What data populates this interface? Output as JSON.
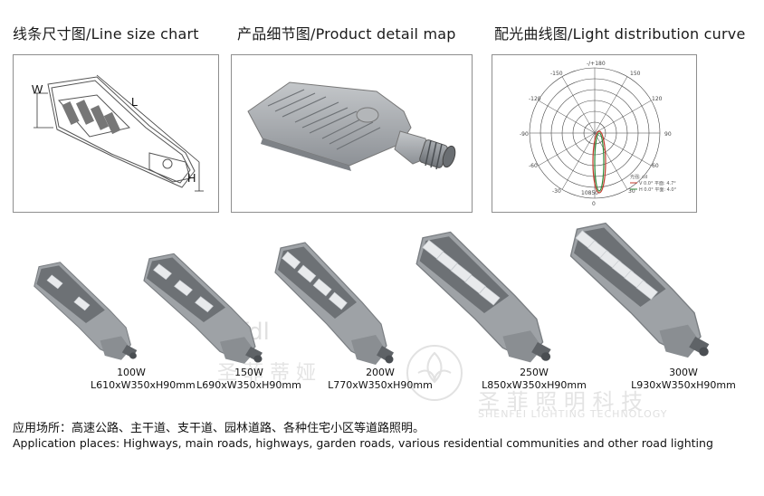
{
  "headers": {
    "line_size_chart": "线条尺寸图/Line size chart",
    "product_detail_map": "产品细节图/Product detail map",
    "light_distribution_curve": "配光曲线图/Light distribution curve"
  },
  "dimension_labels": {
    "w": "W",
    "l": "L",
    "h": "H"
  },
  "polar_chart": {
    "labels": [
      "-/+180",
      "-150",
      "150",
      "-120",
      "120",
      "-90",
      "90",
      "-60",
      "60",
      "-30",
      "30",
      "0"
    ],
    "scale_label": "10850",
    "legend": {
      "title": "光强: cd",
      "line1": "V 0.0°  平面: 4.7°",
      "line2": "H 0.0°  平面: 4.0°"
    }
  },
  "products": [
    {
      "power": "100W",
      "size": "L610xW350xH90mm",
      "modules": 2
    },
    {
      "power": "150W",
      "size": "L690xW350xH90mm",
      "modules": 3
    },
    {
      "power": "200W",
      "size": "L770xW350xH90mm",
      "modules": 4
    },
    {
      "power": "250W",
      "size": "L850xW350xH90mm",
      "modules": 5
    },
    {
      "power": "300W",
      "size": "L930xW350xH90mm",
      "modules": 6
    }
  ],
  "application": {
    "zh": "应用场所：高速公路、主干道、支干道、园林道路、各种住宅小区等道路照明。",
    "en": "Application places: Highways, main roads, highways, garden roads, various residential communities and other road lighting"
  },
  "watermark": {
    "logo": "fdl",
    "cn_left": "圣 菲 蒂 娅",
    "cn_right": "圣 菲 照 明 科 技",
    "en": "SHENFEI LIGHTING TECHNOLOGY"
  }
}
